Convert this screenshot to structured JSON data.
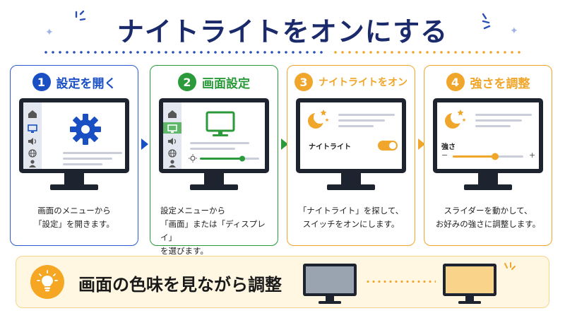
{
  "title": "ナイトライトをオンにする",
  "steps": [
    {
      "num": "1",
      "title": "設定を開く",
      "color": "#1a4fc4",
      "desc": [
        "画面のメニューから",
        "「設定」を開きます。"
      ]
    },
    {
      "num": "2",
      "title": "画面設定",
      "color": "#2a9a3a",
      "desc": [
        "設定メニューから",
        "「画面」または「ディスプレイ」",
        "を選びます。"
      ]
    },
    {
      "num": "3",
      "title": "ナイトライトをオン",
      "color": "#f0a52b",
      "desc": [
        "「ナイトライト」を探して、",
        "スイッチをオンにします。"
      ],
      "toggle_label": "ナイトライト",
      "toggle_on": true
    },
    {
      "num": "4",
      "title": "強さを調整",
      "color": "#f0a52b",
      "desc": [
        "スライダーを動かして、",
        "お好みの強さに調整します。"
      ],
      "slider_label": "強さ",
      "slider_minus": "−",
      "slider_plus": "+",
      "slider_value": 0.6
    }
  ],
  "tip": "画面の色味を見ながら調整",
  "icons": {
    "step1_main": "gear-icon",
    "step2_main": "monitor-icon",
    "step3_main": "moon-stars-icon",
    "step4_main": "moon-stars-icon",
    "sidebar": [
      "home-icon",
      "display-icon",
      "sound-icon",
      "globe-icon",
      "user-icon"
    ],
    "tip": "lightbulb-icon"
  }
}
